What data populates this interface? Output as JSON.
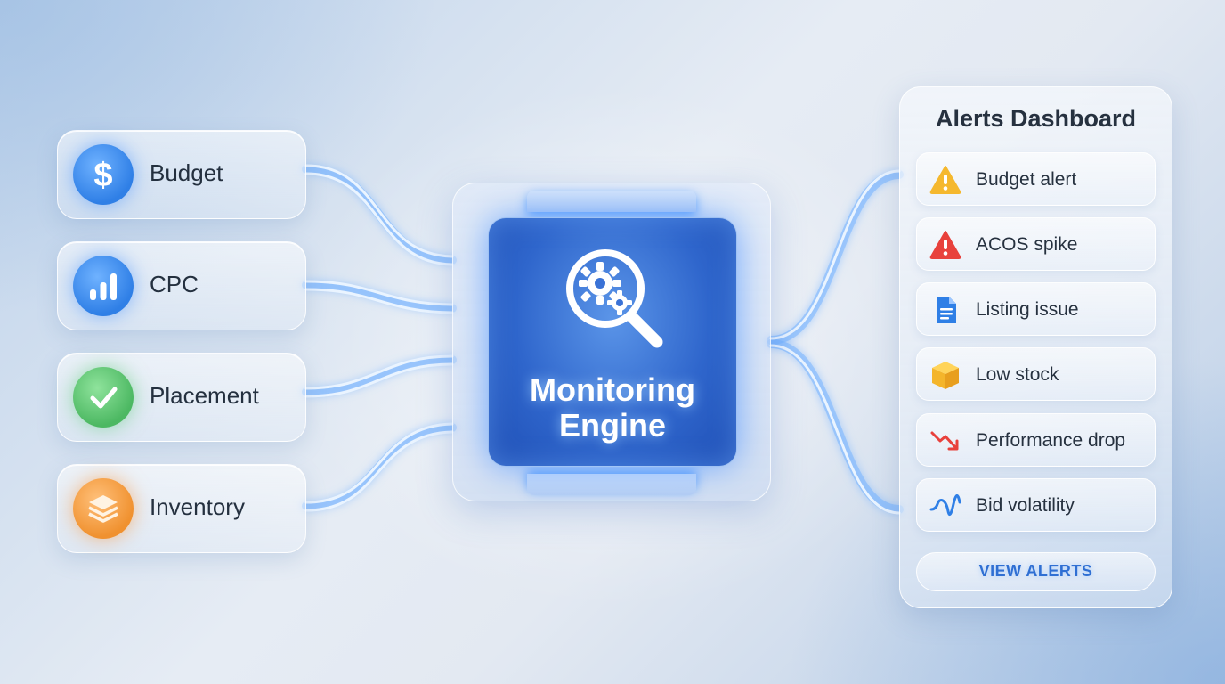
{
  "sources": [
    {
      "label": "Budget",
      "icon": "dollar-icon"
    },
    {
      "label": "CPC",
      "icon": "bar-chart-icon"
    },
    {
      "label": "Placement",
      "icon": "check-icon"
    },
    {
      "label": "Inventory",
      "icon": "layers-icon"
    }
  ],
  "engine": {
    "title_line1": "Monitoring",
    "title_line2": "Engine",
    "icon": "gear-magnifier-icon"
  },
  "dashboard": {
    "title": "Alerts Dashboard",
    "alerts": [
      {
        "label": "Budget alert",
        "icon": "warning-yellow-icon"
      },
      {
        "label": "ACOS spike",
        "icon": "warning-red-icon"
      },
      {
        "label": "Listing issue",
        "icon": "document-icon"
      },
      {
        "label": "Low stock",
        "icon": "box-icon"
      },
      {
        "label": "Performance drop",
        "icon": "trend-down-icon"
      },
      {
        "label": "Bid volatility",
        "icon": "pulse-icon"
      }
    ],
    "button_label": "VIEW ALERTS"
  },
  "colors": {
    "accent_blue": "#2f7fe6",
    "green": "#4cb862",
    "orange": "#f0912f",
    "warning_yellow": "#f5b82e",
    "warning_red": "#e8413c",
    "wire_glow": "#8fc3ff"
  }
}
